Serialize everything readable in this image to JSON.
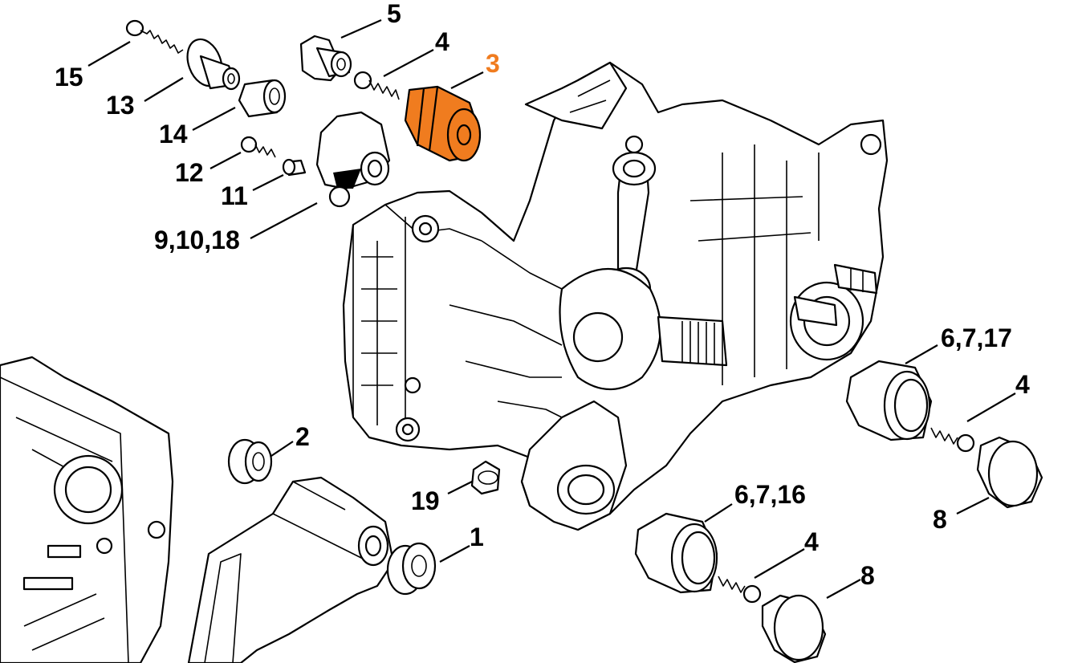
{
  "colors": {
    "background": "#ffffff",
    "line": "#000000",
    "highlight": "#f07c1f",
    "highlight_text": "#f07c1f"
  },
  "callouts": [
    {
      "id": "15",
      "text": "15",
      "highlighted": false
    },
    {
      "id": "13",
      "text": "13",
      "highlighted": false
    },
    {
      "id": "14",
      "text": "14",
      "highlighted": false
    },
    {
      "id": "12",
      "text": "12",
      "highlighted": false
    },
    {
      "id": "11",
      "text": "11",
      "highlighted": false
    },
    {
      "id": "9-10-18",
      "text": "9,10,18",
      "highlighted": false
    },
    {
      "id": "5",
      "text": "5",
      "highlighted": false
    },
    {
      "id": "4-top",
      "text": "4",
      "highlighted": false
    },
    {
      "id": "3",
      "text": "3",
      "highlighted": true
    },
    {
      "id": "6-7-17",
      "text": "6,7,17",
      "highlighted": false
    },
    {
      "id": "4-right",
      "text": "4",
      "highlighted": false
    },
    {
      "id": "8-right",
      "text": "8",
      "highlighted": false
    },
    {
      "id": "2",
      "text": "2",
      "highlighted": false
    },
    {
      "id": "19",
      "text": "19",
      "highlighted": false
    },
    {
      "id": "1",
      "text": "1",
      "highlighted": false
    },
    {
      "id": "6-7-16",
      "text": "6,7,16",
      "highlighted": false
    },
    {
      "id": "4-bottom",
      "text": "4",
      "highlighted": false
    },
    {
      "id": "8-bottom",
      "text": "8",
      "highlighted": false
    }
  ]
}
